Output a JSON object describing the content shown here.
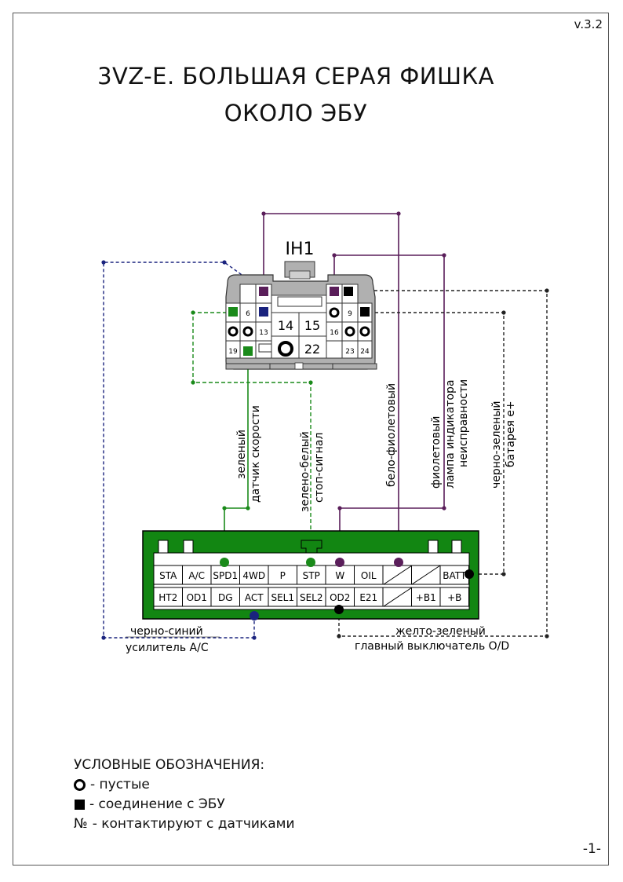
{
  "version": "v.3.2",
  "title": {
    "line1": "3VZ-E. БОЛЬШАЯ СЕРАЯ ФИШКА",
    "line2": "ОКОЛО ЭБУ"
  },
  "connector": {
    "name": "IH1",
    "pins": {
      "p6": "6",
      "p9": "9",
      "p13": "13",
      "p14": "14",
      "p15": "15",
      "p16": "16",
      "p19": "19",
      "p22": "22",
      "p23": "23",
      "p24": "24"
    }
  },
  "ecu": {
    "row1": [
      "STA",
      "A/C",
      "SPD1",
      "4WD",
      "P",
      "STP",
      "W",
      "OIL",
      "",
      "",
      "BATT"
    ],
    "row2": [
      "HT2",
      "OD1",
      "DG",
      "ACT",
      "SEL1",
      "SEL2",
      "OD2",
      "E21",
      "",
      "+B1",
      "+B"
    ]
  },
  "wires": {
    "green": {
      "color": "зеленый",
      "function": "датчик скорости"
    },
    "green_white": {
      "color": "зелено-белый",
      "function": "стоп-сигнал"
    },
    "white_violet": {
      "color": "бело-фиолетовый"
    },
    "violet": {
      "color": "фиолетовый",
      "function1": "лампа индикатора",
      "function2": "неисправности"
    },
    "black_green": {
      "color": "черно-зеленый",
      "function": "батарея e+"
    },
    "black_blue": {
      "color": "черно-синий",
      "function": "усилитель A/C"
    },
    "yellow_green": {
      "color": "желто-зеленый",
      "function": "главный выключатель O/D"
    }
  },
  "colors": {
    "green": "#1a8a1a",
    "violet": "#5a1e5a",
    "navy": "#1a237e",
    "ecu_green": "#128612",
    "connector_gray": "#b0b0b0"
  },
  "legend": {
    "title": "УСЛОВНЫЕ ОБОЗНАЧЕНИЯ:",
    "empty": "- пустые",
    "ecu_connection": "- соединение с ЭБУ",
    "sensors_symbol": "№",
    "sensors": "- контактируют с датчиками"
  },
  "page_number": "-1-"
}
